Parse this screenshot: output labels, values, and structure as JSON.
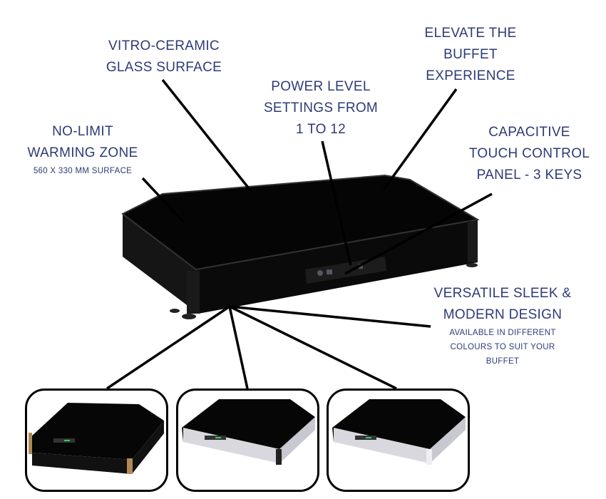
{
  "callouts": {
    "vitro": {
      "line1": "VITRO-CERAMIC",
      "line2": "GLASS SURFACE"
    },
    "elevate": {
      "line1": "ELEVATE THE",
      "line2": "BUFFET",
      "line3": "EXPERIENCE"
    },
    "power": {
      "line1": "POWER LEVEL",
      "line2": "SETTINGS FROM",
      "line3": "1 TO 12"
    },
    "nolimit": {
      "line1": "NO-LIMIT",
      "line2": "WARMING ZONE",
      "sub": "560 X 330 MM SURFACE"
    },
    "capacitive": {
      "line1": "CAPACITIVE",
      "line2": "TOUCH CONTROL",
      "line3": "PANEL - 3 KEYS"
    },
    "versatile": {
      "line1": "VERSATILE SLEEK &",
      "line2": "MODERN DESIGN",
      "sub1": "AVAILABLE IN DIFFERENT",
      "sub2": "COLOURS TO SUIT YOUR",
      "sub3": "BUFFET"
    }
  },
  "variants": [
    {
      "name": "black-gold",
      "side": "#111111",
      "corner": "#b08a55"
    },
    {
      "name": "silver-black",
      "side": "#d8d8de",
      "corner": "#222222"
    },
    {
      "name": "silver-silver",
      "side": "#d8d8de",
      "corner": "#e8e8ee"
    }
  ],
  "colors": {
    "text": "#2e3a78",
    "device": "#0c0c0c"
  }
}
